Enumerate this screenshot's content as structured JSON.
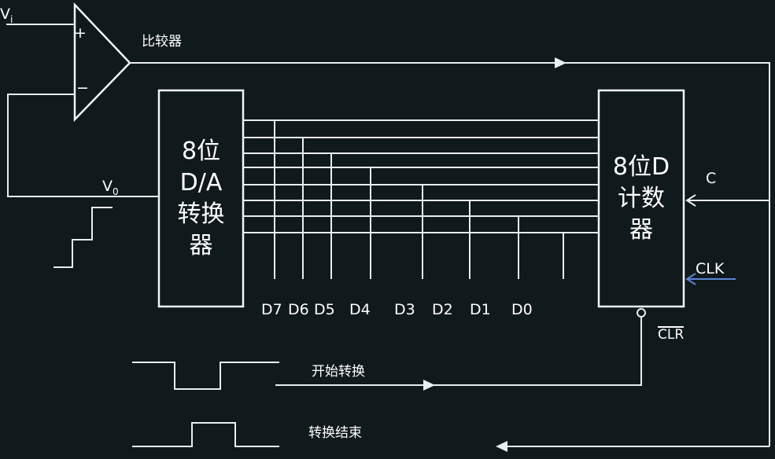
{
  "labels": {
    "vi": "V",
    "vi_sub": "i",
    "vo": "V",
    "vo_sub": "0",
    "plus": "+",
    "minus": "−",
    "comparator": "比较器",
    "start_conversion": "开始转换",
    "end_conversion": "转换结束",
    "c_input": "C",
    "clk": "CLK",
    "clr": "CLR"
  },
  "dac_block": {
    "line1": "8位",
    "line2": "D/A",
    "line3": "转换",
    "line4": "器"
  },
  "counter_block": {
    "line1": "8位D",
    "line2": "计数",
    "line3": "器"
  },
  "data_bits": [
    "D7",
    "D6",
    "D5",
    "D4",
    "D3",
    "D2",
    "D1",
    "D0"
  ],
  "colors": {
    "background": "#10191b",
    "wire": "#e9eef0",
    "clk_arrow": "#5b86d8"
  }
}
